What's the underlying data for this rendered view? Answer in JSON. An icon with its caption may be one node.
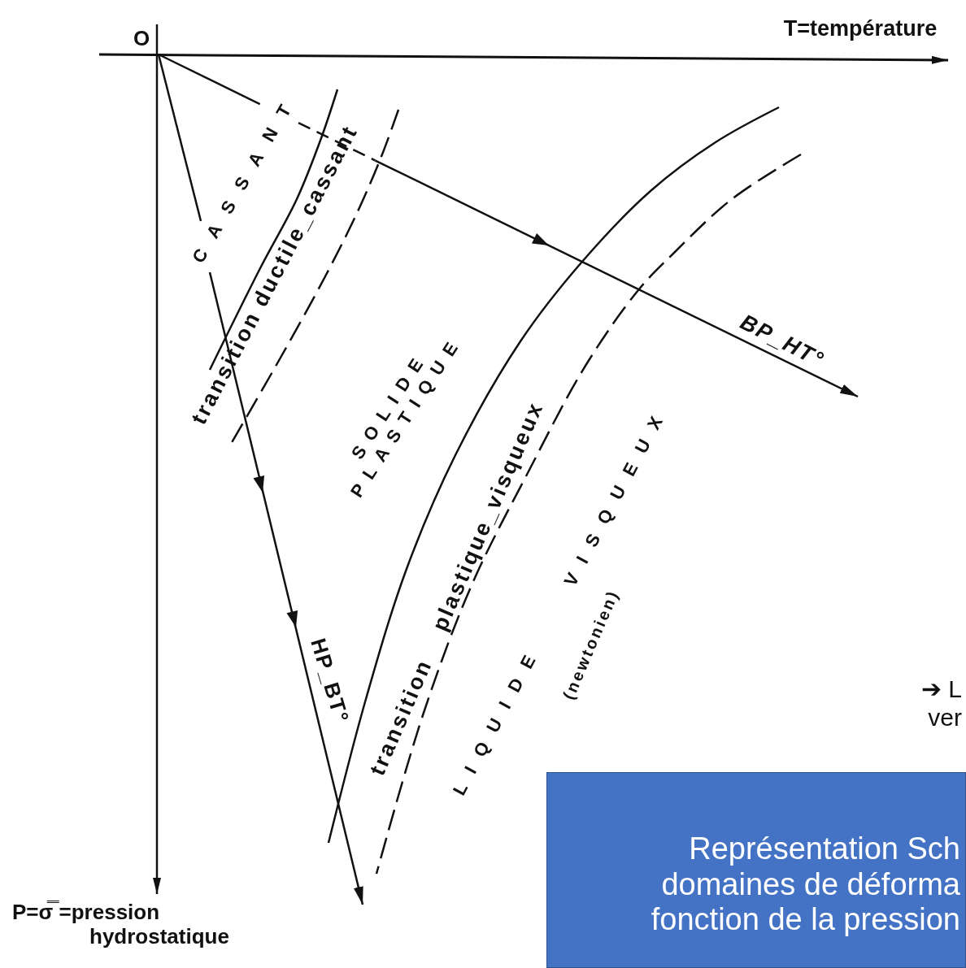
{
  "diagram": {
    "nodes": [
      {
        "text": [
          "Représentation Sch domaines de déforma fonction de la pression"
        ]
      }
    ],
    "labels": [
      "O",
      "T=température",
      "CASSANT",
      "transition ductile_cassant",
      "SOLIDE PLASTIQUE",
      "BP_HT°",
      "transition plastique_visqueux",
      "LIQUIDE VISQUEUX",
      "(newtonien)",
      "HP_BT°",
      "➔ L ver",
      "P=σ̿ =pression hydrostatique"
    ]
  }
}
